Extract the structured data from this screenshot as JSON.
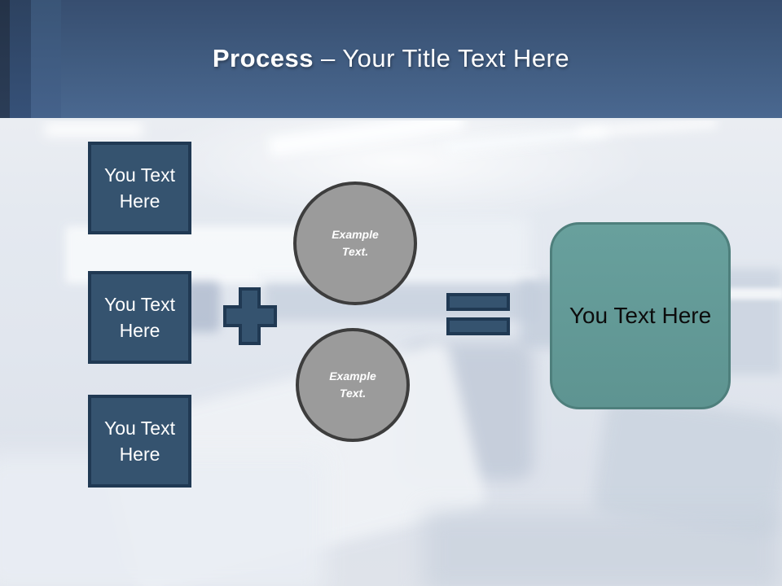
{
  "header": {
    "title_bold": "Process",
    "title_rest": "– Your Title Text Here"
  },
  "diagram": {
    "steps": [
      {
        "label": "You Text Here"
      },
      {
        "label": "You Text Here"
      },
      {
        "label": "You Text Here"
      }
    ],
    "operators": [
      {
        "icon": "plus-icon"
      },
      {
        "icon": "equals-icon"
      }
    ],
    "circles": [
      {
        "label": "Example Text."
      },
      {
        "label": "Example Text."
      }
    ],
    "result": {
      "label": "You Text Here"
    }
  },
  "colors": {
    "header_blue_top": "#374E70",
    "header_blue_bottom": "#4A6890",
    "accent_blue_fill": "#35536F",
    "accent_blue_border": "#203953",
    "circle_gray_fill": "#9B9B9B",
    "circle_gray_border": "#3D3D3D",
    "teal_fill": "#639A97",
    "teal_border": "#4E7F7C",
    "title_text": "#FFFFFF",
    "step_text": "#FFFFFF",
    "result_text": "#0C0C0C"
  }
}
